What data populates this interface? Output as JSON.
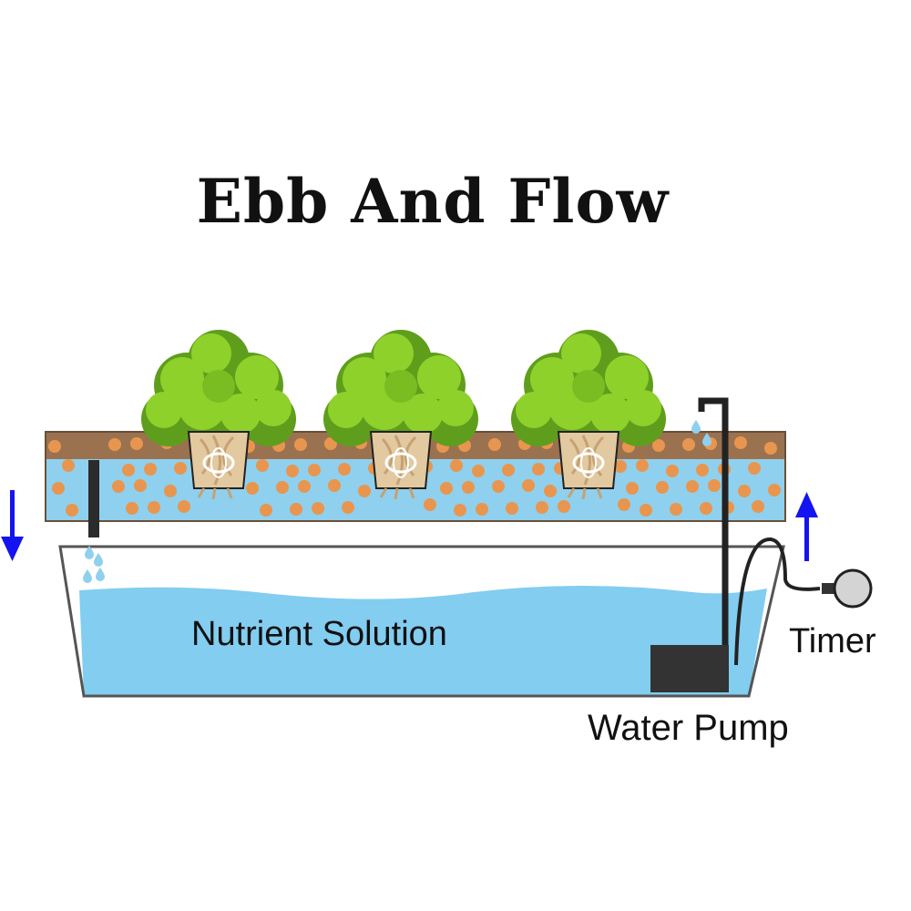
{
  "title": "Ebb And Flow",
  "labels": {
    "solution": "Nutrient Solution",
    "timer": "Timer",
    "pump": "Water Pump"
  },
  "colors": {
    "soil": "#9a7250",
    "flood_water": "#8fd0ee",
    "reservoir_water": "#82cdf0",
    "clay_pebble": "#e8964f",
    "leaf_dark": "#5f9e1c",
    "leaf_light": "#8ed12a",
    "root": "#e3c9a0",
    "pump": "#333333",
    "arrow": "#1414f0"
  },
  "icons": {
    "down_arrow": "down-arrow-icon",
    "up_arrow": "up-arrow-icon",
    "timer": "timer-icon"
  }
}
